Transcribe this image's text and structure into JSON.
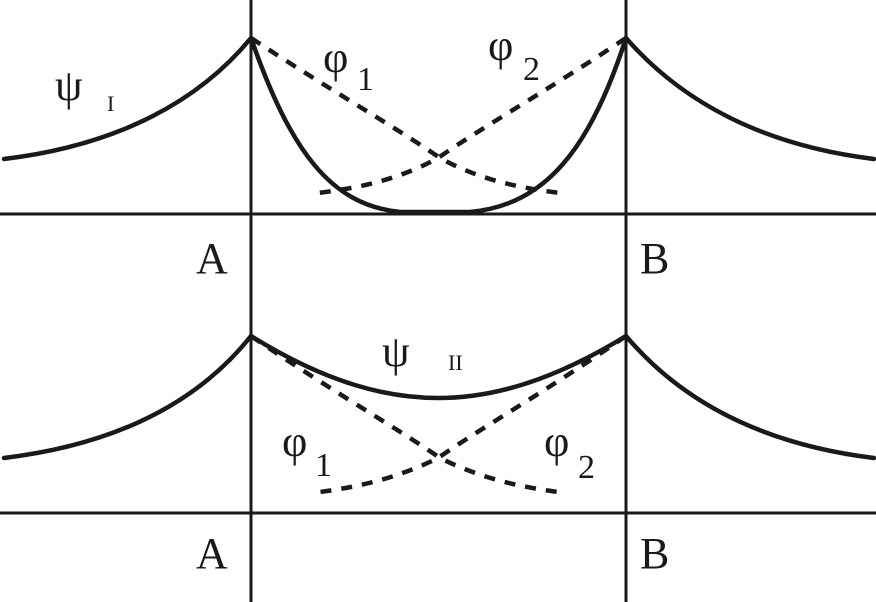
{
  "top_panel": {
    "psi_symbol": "ψ",
    "psi_subscript": "I",
    "phi1_symbol": "φ",
    "phi1_subscript": "1",
    "phi2_symbol": "φ",
    "phi2_subscript": "2",
    "label_a": "A",
    "label_b": "B"
  },
  "bottom_panel": {
    "psi_symbol": "ψ",
    "psi_subscript": "II",
    "phi1_symbol": "φ",
    "phi1_subscript": "1",
    "phi2_symbol": "φ",
    "phi2_subscript": "2",
    "label_a": "A",
    "label_b": "B"
  },
  "colors": {
    "ink": "#1a1a1a",
    "background": "#ffffff"
  }
}
